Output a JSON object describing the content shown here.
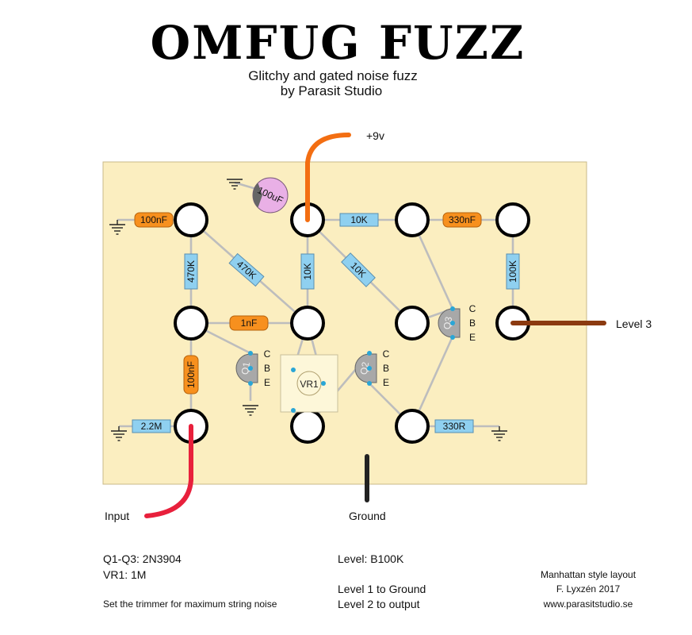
{
  "header": {
    "title": "OMFUG FUZZ",
    "subtitle": "Glitchy and gated noise fuzz",
    "byline": "by Parasit Studio"
  },
  "connections": {
    "power": "+9v",
    "input": "Input",
    "ground": "Ground",
    "level3": "Level 3"
  },
  "components": {
    "c_100nf_top": "100nF",
    "r_470k_vert": "470K",
    "r_470k_diag": "470K",
    "r_10k_vert": "10K",
    "r_10k_diag": "10K",
    "r_10k_horiz": "10K",
    "c_330nf": "330nF",
    "r_100k": "100K",
    "c_1nf": "1nF",
    "c_100nf_vert": "100nF",
    "r_2m2": "2.2M",
    "r_330r": "330R",
    "c_100uf": "100uF",
    "vr1": "VR1",
    "q1": "Q1",
    "q2": "Q2",
    "q3": "Q3",
    "pin_c": "C",
    "pin_b": "B",
    "pin_e": "E"
  },
  "notes": {
    "transistors": "Q1-Q3: 2N3904",
    "trimmer": "VR1: 1M",
    "instruction": "Set the trimmer for maximum string noise",
    "level": "Level: B100K",
    "level1": "Level 1 to Ground",
    "level2": "Level 2 to output",
    "layout": "Manhattan style layout",
    "author": "F. Lyxzén 2017",
    "website": "www.parasitstudio.se"
  },
  "colors": {
    "board": "#fbeec0",
    "resistor": "#8fd0f0",
    "ceramic_cap": "#f7901e",
    "electrolytic": "#e9b0e6",
    "transistor": "#a8a8a8",
    "wire_power": "#f36e12",
    "wire_input": "#e8203c",
    "wire_ground": "#222222",
    "wire_level": "#8b3a10",
    "trace": "#b8b8b8"
  }
}
